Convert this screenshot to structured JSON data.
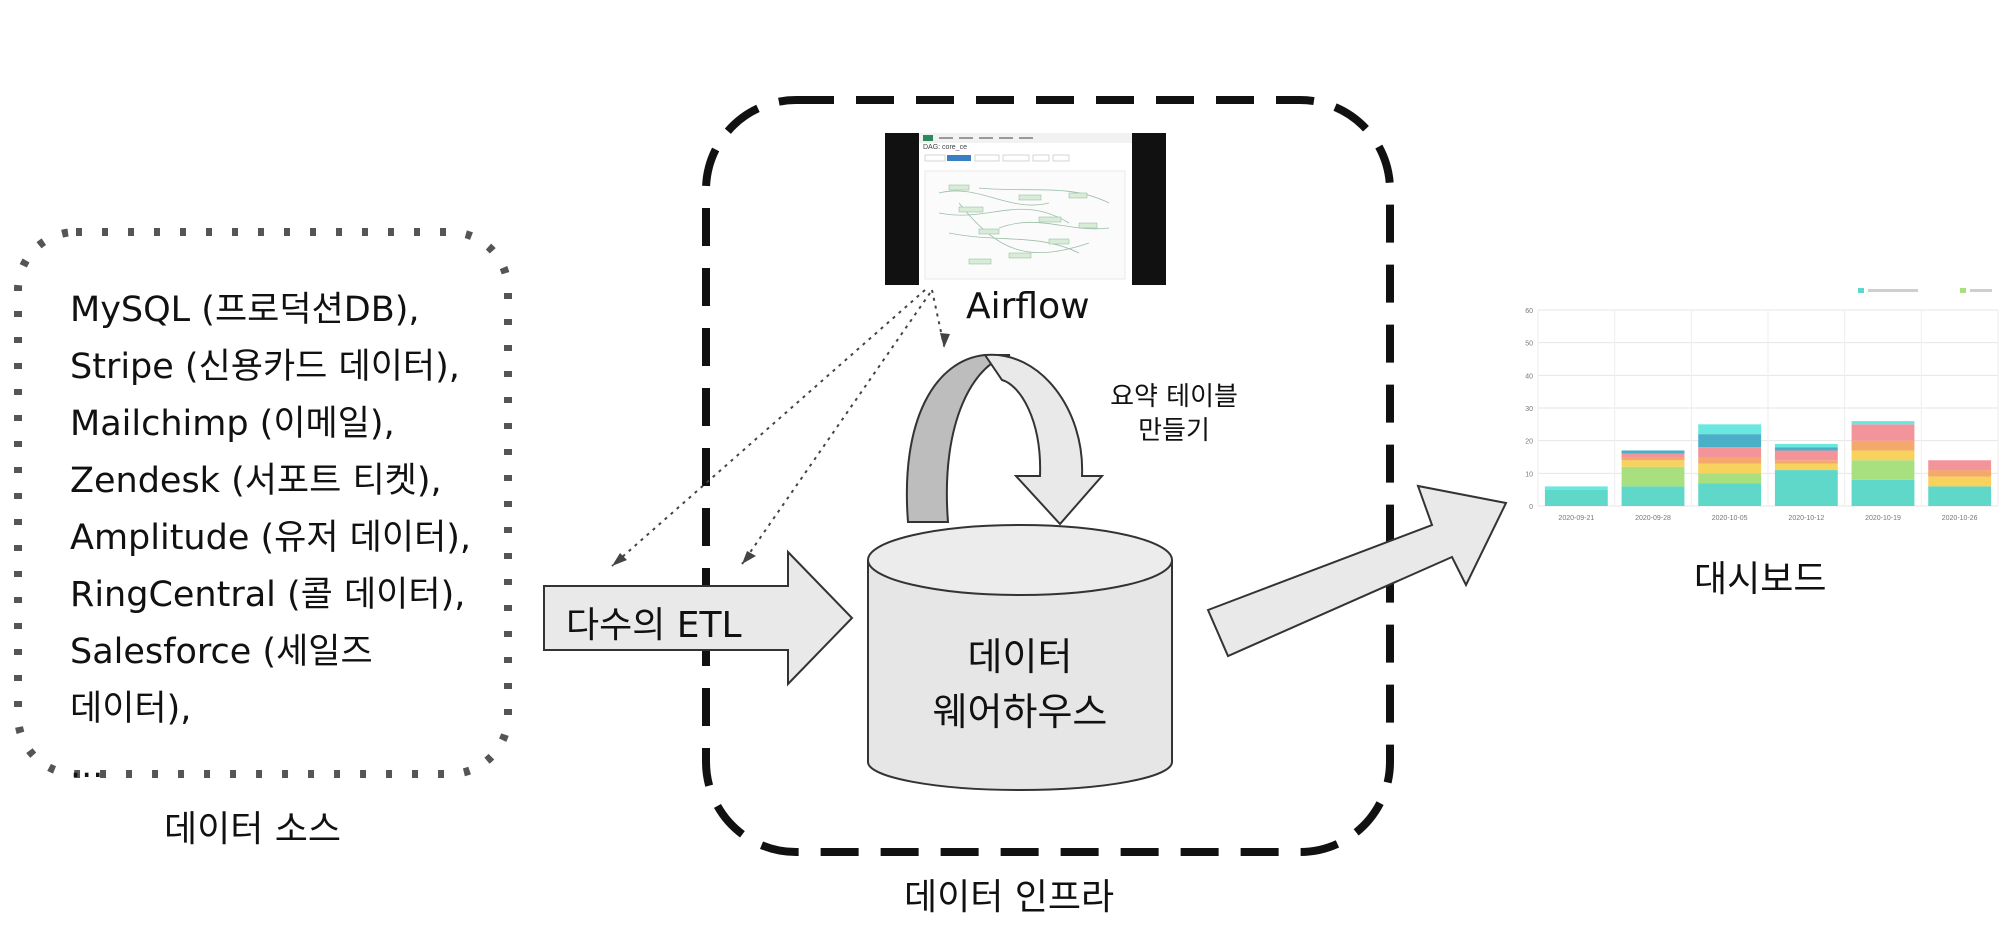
{
  "sources": {
    "items": [
      "MySQL (프로덕션DB),",
      "Stripe (신용카드 데이터),",
      "Mailchimp (이메일),",
      "Zendesk (서포트 티켓),",
      "Amplitude (유저 데이터),",
      "RingCentral (콜 데이터),",
      "Salesforce (세일즈",
      "데이터),",
      "..."
    ],
    "label": "데이터 소스"
  },
  "etl": {
    "label": "다수의 ETL"
  },
  "infra": {
    "label": "데이터 인프라",
    "airflow_label": "Airflow",
    "summary_line1": "요약 테이블",
    "summary_line2": "만들기",
    "warehouse_line1": "데이터",
    "warehouse_line2": "웨어하우스",
    "airflow_screenshot": {
      "title": "DAG: core_ce"
    }
  },
  "dashboard": {
    "label": "대시보드"
  },
  "chart_data": {
    "type": "bar",
    "stacked": true,
    "categories": [
      "2020-09-21",
      "2020-09-28",
      "2020-10-05",
      "2020-10-12",
      "2020-10-19",
      "2020-10-26"
    ],
    "ylim": [
      0,
      60
    ],
    "yticks": [
      0,
      10,
      20,
      30,
      40,
      50,
      60
    ],
    "grid": true,
    "series": [
      {
        "color": "#5fd8c9",
        "values": [
          5,
          6,
          7,
          11,
          8,
          6
        ]
      },
      {
        "color": "#a9e07f",
        "values": [
          0,
          6,
          3,
          0,
          6,
          0
        ]
      },
      {
        "color": "#f7d25c",
        "values": [
          0,
          2,
          3,
          2,
          3,
          3
        ]
      },
      {
        "color": "#f4a86b",
        "values": [
          0,
          1,
          2,
          1,
          3,
          2
        ]
      },
      {
        "color": "#f2949a",
        "values": [
          0,
          1,
          3,
          3,
          5,
          3
        ]
      },
      {
        "color": "#4ab0c8",
        "values": [
          0,
          1,
          4,
          1,
          0,
          0
        ]
      },
      {
        "color": "#6ae8e0",
        "values": [
          1,
          0,
          3,
          1,
          1,
          0
        ]
      }
    ]
  },
  "colors": {
    "arrow_fill": "#e9e9e9",
    "arrow_stroke": "#333333",
    "curved_arrow_dark": "#bdbdbd",
    "cylinder_fill": "#e6e6e6"
  }
}
